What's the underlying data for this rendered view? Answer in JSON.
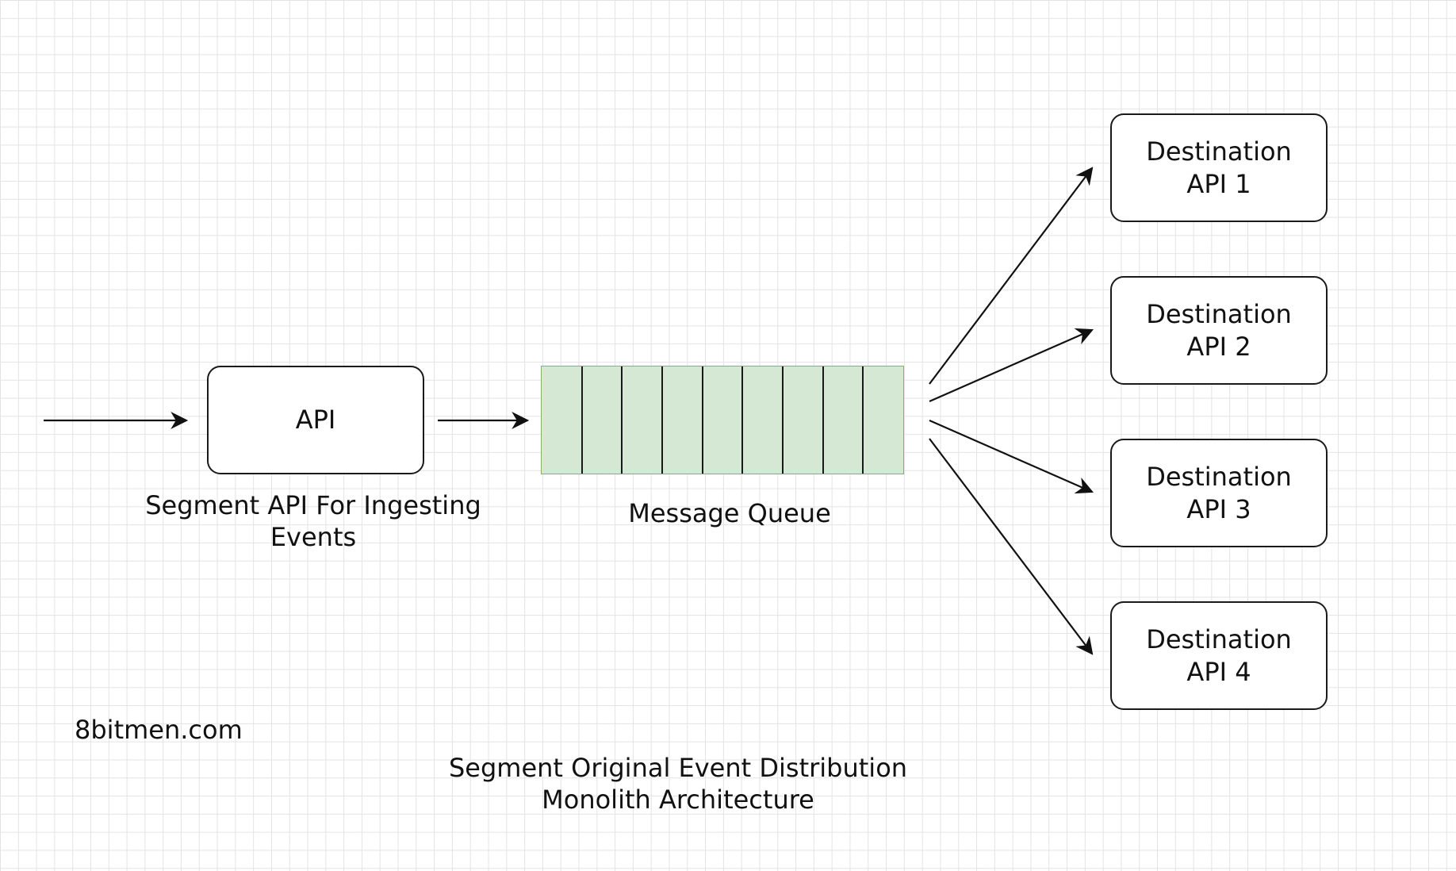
{
  "api_box": {
    "label": "API"
  },
  "api_caption": "Segment API For Ingesting\nEvents",
  "queue": {
    "caption": "Message Queue",
    "slots": 9,
    "fill_color": "#d5e8d4",
    "border_color": "#82b366"
  },
  "destinations": [
    {
      "label": "Destination\nAPI 1"
    },
    {
      "label": "Destination\nAPI 2"
    },
    {
      "label": "Destination\nAPI 3"
    },
    {
      "label": "Destination\nAPI 4"
    }
  ],
  "site_label": "8bitmen.com",
  "diagram_title": "Segment Original Event Distribution\nMonolith Architecture",
  "grid": true
}
